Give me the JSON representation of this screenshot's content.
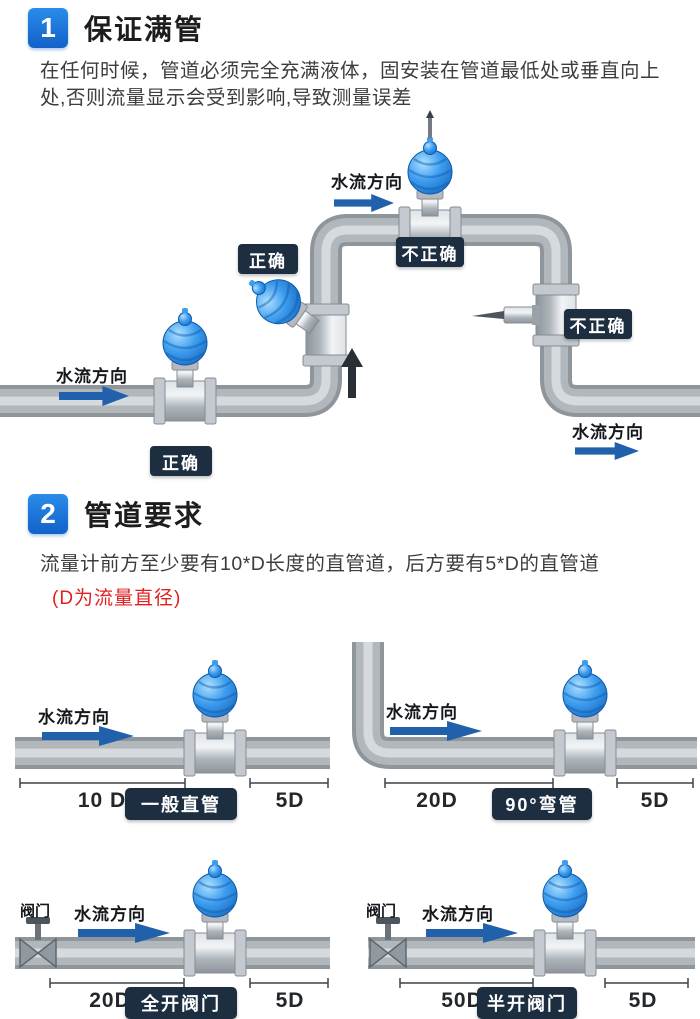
{
  "section1": {
    "number": "1",
    "title": "保证满管",
    "body": "在任何时候，管道必须完全充满液体，固安装在管道最低处或垂直向上处,否则流量显示会受到影响,导致测量误差",
    "labels": {
      "flow_top": "水流方向",
      "incorrect_top": "不正确",
      "correct_mid": "正确",
      "incorrect_right": "不正确",
      "flow_left": "水流方向",
      "correct_bottom": "正确",
      "flow_bottom_right": "水流方向"
    }
  },
  "section2": {
    "number": "2",
    "title": "管道要求",
    "body": "流量计前方至少要有10*D长度的直管道，后方要有5*D的直管道",
    "note": "(D为流量直径)",
    "diagrams": [
      {
        "flow_label": "水流方向",
        "dim_front": "10 D",
        "dim_back": "5D",
        "caption": "一般直管"
      },
      {
        "flow_label": "水流方向",
        "dim_front": "20D",
        "dim_back": "5D",
        "caption": "90°弯管"
      },
      {
        "valve_label": "阀门",
        "flow_label": "水流方向",
        "dim_front": "20D",
        "dim_back": "5D",
        "caption": "全开阀门"
      },
      {
        "valve_label": "阀门",
        "flow_label": "水流方向",
        "dim_front": "50D",
        "dim_back": "5D",
        "caption": "半开阀门"
      }
    ]
  },
  "colors": {
    "accent_blue": "#1a6fd4",
    "arrow_blue": "#2160ab",
    "badge_navy": "#1d2e41",
    "note_red": "#e01f1f",
    "pipe_gray": "#b2b7bc",
    "meter_blue": "#2f95ec"
  }
}
